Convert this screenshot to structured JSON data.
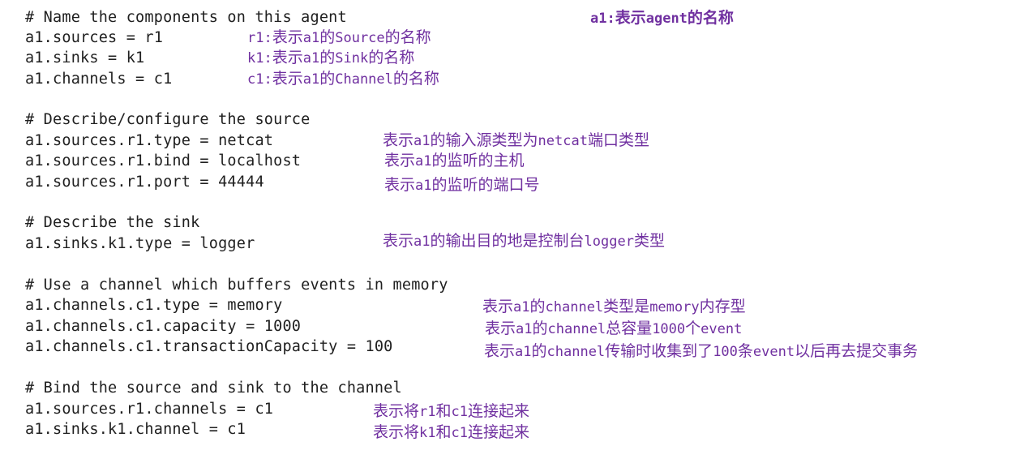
{
  "code": {
    "line1": "# Name the components on this agent",
    "line2": "a1.sources = r1",
    "line3": "a1.sinks = k1",
    "line4": "a1.channels = c1",
    "line5": "# Describe/configure the source",
    "line6": "a1.sources.r1.type = netcat",
    "line7": "a1.sources.r1.bind = localhost",
    "line8": "a1.sources.r1.port = 44444",
    "line9": "# Describe the sink",
    "line10": "a1.sinks.k1.type = logger",
    "line11": "# Use a channel which buffers events in memory",
    "line12": "a1.channels.c1.type = memory",
    "line13": "a1.channels.c1.capacity = 1000",
    "line14": "a1.channels.c1.transactionCapacity = 100",
    "line15": "# Bind the source and sink to the channel",
    "line16": "a1.sources.r1.channels = c1",
    "line17": "a1.sinks.k1.channel = c1"
  },
  "notes": {
    "agent": {
      "a": "a1:",
      "b": "表示",
      "c": "agent",
      "d": "的名称"
    },
    "r1": {
      "a": "r1:",
      "b": "表示",
      "c": "a1",
      "d": "的",
      "e": "Source",
      "f": "的名称"
    },
    "k1": {
      "a": "k1:",
      "b": "表示",
      "c": "a1",
      "d": "的",
      "e": "Sink",
      "f": "的名称"
    },
    "c1": {
      "a": "c1:",
      "b": "表示",
      "c": "a1",
      "d": "的",
      "e": "Channel",
      "f": "的名称"
    },
    "type": {
      "a": "表示",
      "b": "a1",
      "c": "的输入源类型为",
      "d": "netcat",
      "e": "端口类型"
    },
    "bind": {
      "a": "表示",
      "b": "a1",
      "c": "的监听的主机"
    },
    "port": {
      "a": "表示",
      "b": "a1",
      "c": "的监听的端口号"
    },
    "sink": {
      "a": "表示",
      "b": "a1",
      "c": "的输出目的地是控制台",
      "d": "logger",
      "e": "类型"
    },
    "ch_type": {
      "a": "表示",
      "b": "a1",
      "c": "的",
      "d": "channel",
      "e": "类型是",
      "f": "memory",
      "g": "内存型"
    },
    "ch_cap": {
      "a": "表示",
      "b": "a1",
      "c": "的",
      "d": "channel",
      "e": "总容量",
      "f": "1000",
      "g": "个",
      "h": "event"
    },
    "ch_tx": {
      "a": "表示",
      "b": "a1",
      "c": "的",
      "d": "channel",
      "e": "传输时收集到了",
      "f": "100",
      "g": "条",
      "h": "event",
      "i": "以后再去提交事务"
    },
    "bind_r1": {
      "a": "表示将",
      "b": "r1",
      "c": "和",
      "d": "c1",
      "e": "连接起来"
    },
    "bind_k1": {
      "a": "表示将",
      "b": "k1",
      "c": "和",
      "d": "c1",
      "e": "连接起来"
    }
  },
  "colors": {
    "code_text": "#202020",
    "annotation": "#7030a0"
  }
}
